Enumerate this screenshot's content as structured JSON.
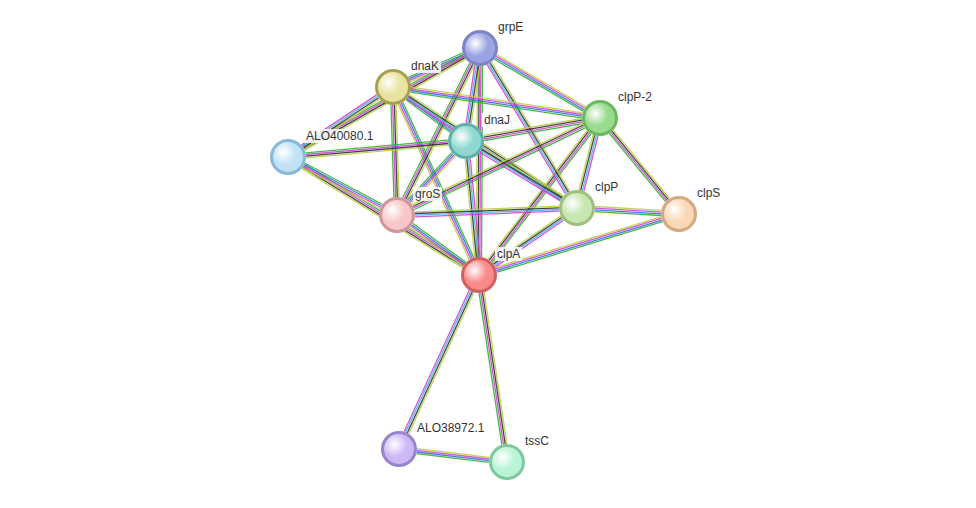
{
  "diagram": {
    "nodes": [
      {
        "text": [
          "grpE"
        ]
      },
      {
        "text": [
          "dnaK"
        ]
      },
      {
        "text": [
          "clpP-2"
        ]
      },
      {
        "text": [
          "ALO40080.1"
        ]
      },
      {
        "text": [
          "dnaJ"
        ]
      },
      {
        "text": [
          "groS"
        ]
      },
      {
        "text": [
          "clpP"
        ]
      },
      {
        "text": [
          "clpS"
        ]
      },
      {
        "text": [
          "clpA"
        ]
      },
      {
        "text": [
          "ALO38972.1"
        ]
      },
      {
        "text": [
          "tssC"
        ]
      }
    ],
    "edges": [
      {
        "from": 8,
        "to": 0,
        "arrow": "none"
      },
      {
        "from": 8,
        "to": 1,
        "arrow": "none"
      },
      {
        "from": 8,
        "to": 4,
        "arrow": "none"
      },
      {
        "from": 8,
        "to": 3,
        "arrow": "none"
      },
      {
        "from": 8,
        "to": 5,
        "arrow": "none"
      },
      {
        "from": 8,
        "to": 6,
        "arrow": "none"
      },
      {
        "from": 8,
        "to": 2,
        "arrow": "none"
      },
      {
        "from": 8,
        "to": 7,
        "arrow": "none"
      },
      {
        "from": 8,
        "to": 9,
        "arrow": "none"
      },
      {
        "from": 8,
        "to": 10,
        "arrow": "none"
      },
      {
        "from": 0,
        "to": 1,
        "arrow": "none"
      },
      {
        "from": 0,
        "to": 4,
        "arrow": "none"
      },
      {
        "from": 0,
        "to": 5,
        "arrow": "none"
      },
      {
        "from": 0,
        "to": 2,
        "arrow": "none"
      },
      {
        "from": 0,
        "to": 6,
        "arrow": "none"
      },
      {
        "from": 0,
        "to": 3,
        "arrow": "none"
      },
      {
        "from": 1,
        "to": 4,
        "arrow": "none"
      },
      {
        "from": 1,
        "to": 3,
        "arrow": "none"
      },
      {
        "from": 1,
        "to": 5,
        "arrow": "none"
      },
      {
        "from": 1,
        "to": 2,
        "arrow": "none"
      },
      {
        "from": 1,
        "to": 6,
        "arrow": "none"
      },
      {
        "from": 4,
        "to": 3,
        "arrow": "none"
      },
      {
        "from": 4,
        "to": 5,
        "arrow": "none"
      },
      {
        "from": 4,
        "to": 6,
        "arrow": "none"
      },
      {
        "from": 4,
        "to": 2,
        "arrow": "none"
      },
      {
        "from": 5,
        "to": 3,
        "arrow": "none"
      },
      {
        "from": 5,
        "to": 6,
        "arrow": "none"
      },
      {
        "from": 5,
        "to": 2,
        "arrow": "none"
      },
      {
        "from": 6,
        "to": 7,
        "arrow": "none"
      },
      {
        "from": 6,
        "to": 2,
        "arrow": "none"
      },
      {
        "from": 2,
        "to": 7,
        "arrow": "none"
      },
      {
        "from": 9,
        "to": 10,
        "arrow": "none"
      }
    ]
  }
}
